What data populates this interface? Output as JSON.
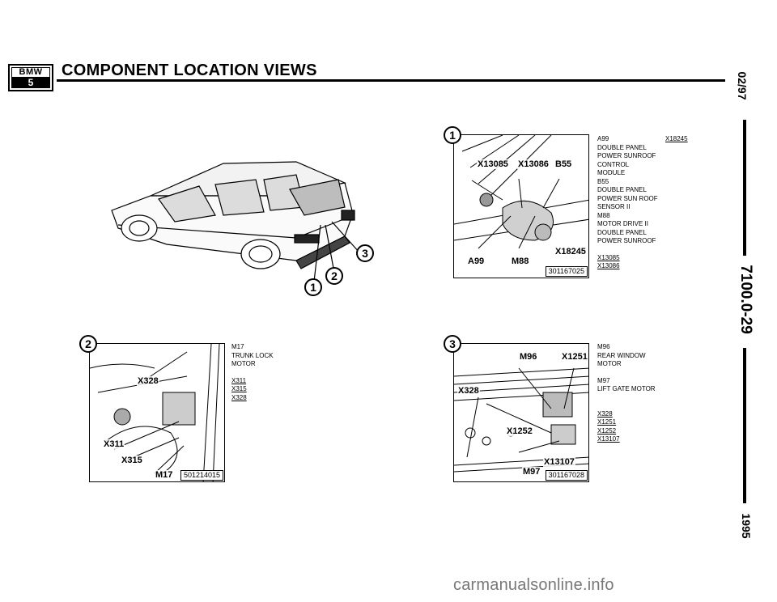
{
  "header": {
    "logo_top": "BMW",
    "logo_bottom": "5",
    "title": "COMPONENT LOCATION VIEWS"
  },
  "side": {
    "date": "02/97",
    "code": "7100.0-29",
    "year": "1995"
  },
  "overview": {
    "markers": [
      "1",
      "2",
      "3"
    ]
  },
  "view1": {
    "number": "1",
    "callouts": {
      "x13085": "X13085",
      "x13086": "X13086",
      "b55": "B55",
      "x18245": "X18245",
      "a99": "A99",
      "m88": "M88"
    },
    "image_id": "301167025",
    "legend": {
      "a99_code": "A99",
      "a99_desc": [
        "DOUBLE PANEL",
        "POWER SUNROOF",
        "CONTROL",
        "MODULE"
      ],
      "x18245_code": "X18245",
      "b55_code": "B55",
      "b55_desc": [
        "DOUBLE PANEL",
        "POWER SUN ROOF",
        "SENSOR II"
      ],
      "m88_code": "M88",
      "m88_desc": [
        "MOTOR DRIVE II",
        "DOUBLE PANEL",
        "POWER SUNROOF"
      ],
      "connectors": [
        "X13085",
        "X13086"
      ]
    }
  },
  "view2": {
    "number": "2",
    "callouts": {
      "x328": "X328",
      "x311": "X311",
      "x315": "X315",
      "m17": "M17"
    },
    "image_id": "501214015",
    "legend": {
      "m17_code": "M17",
      "m17_desc": [
        "TRUNK LOCK",
        "MOTOR"
      ],
      "connectors": [
        "X311",
        "X315",
        "X328"
      ]
    }
  },
  "view3": {
    "number": "3",
    "callouts": {
      "m96": "M96",
      "x1251": "X1251",
      "x328": "X328",
      "x1252": "X1252",
      "x13107": "X13107",
      "m97": "M97"
    },
    "image_id": "301167028",
    "legend": {
      "m96_code": "M96",
      "m96_desc": [
        "REAR WINDOW",
        "MOTOR"
      ],
      "m97_code": "M97",
      "m97_desc": [
        "LIFT GATE MOTOR"
      ],
      "connectors": [
        "X328",
        "X1251",
        "X1252",
        "X13107"
      ]
    }
  },
  "watermark": "carmanualsonline.info"
}
